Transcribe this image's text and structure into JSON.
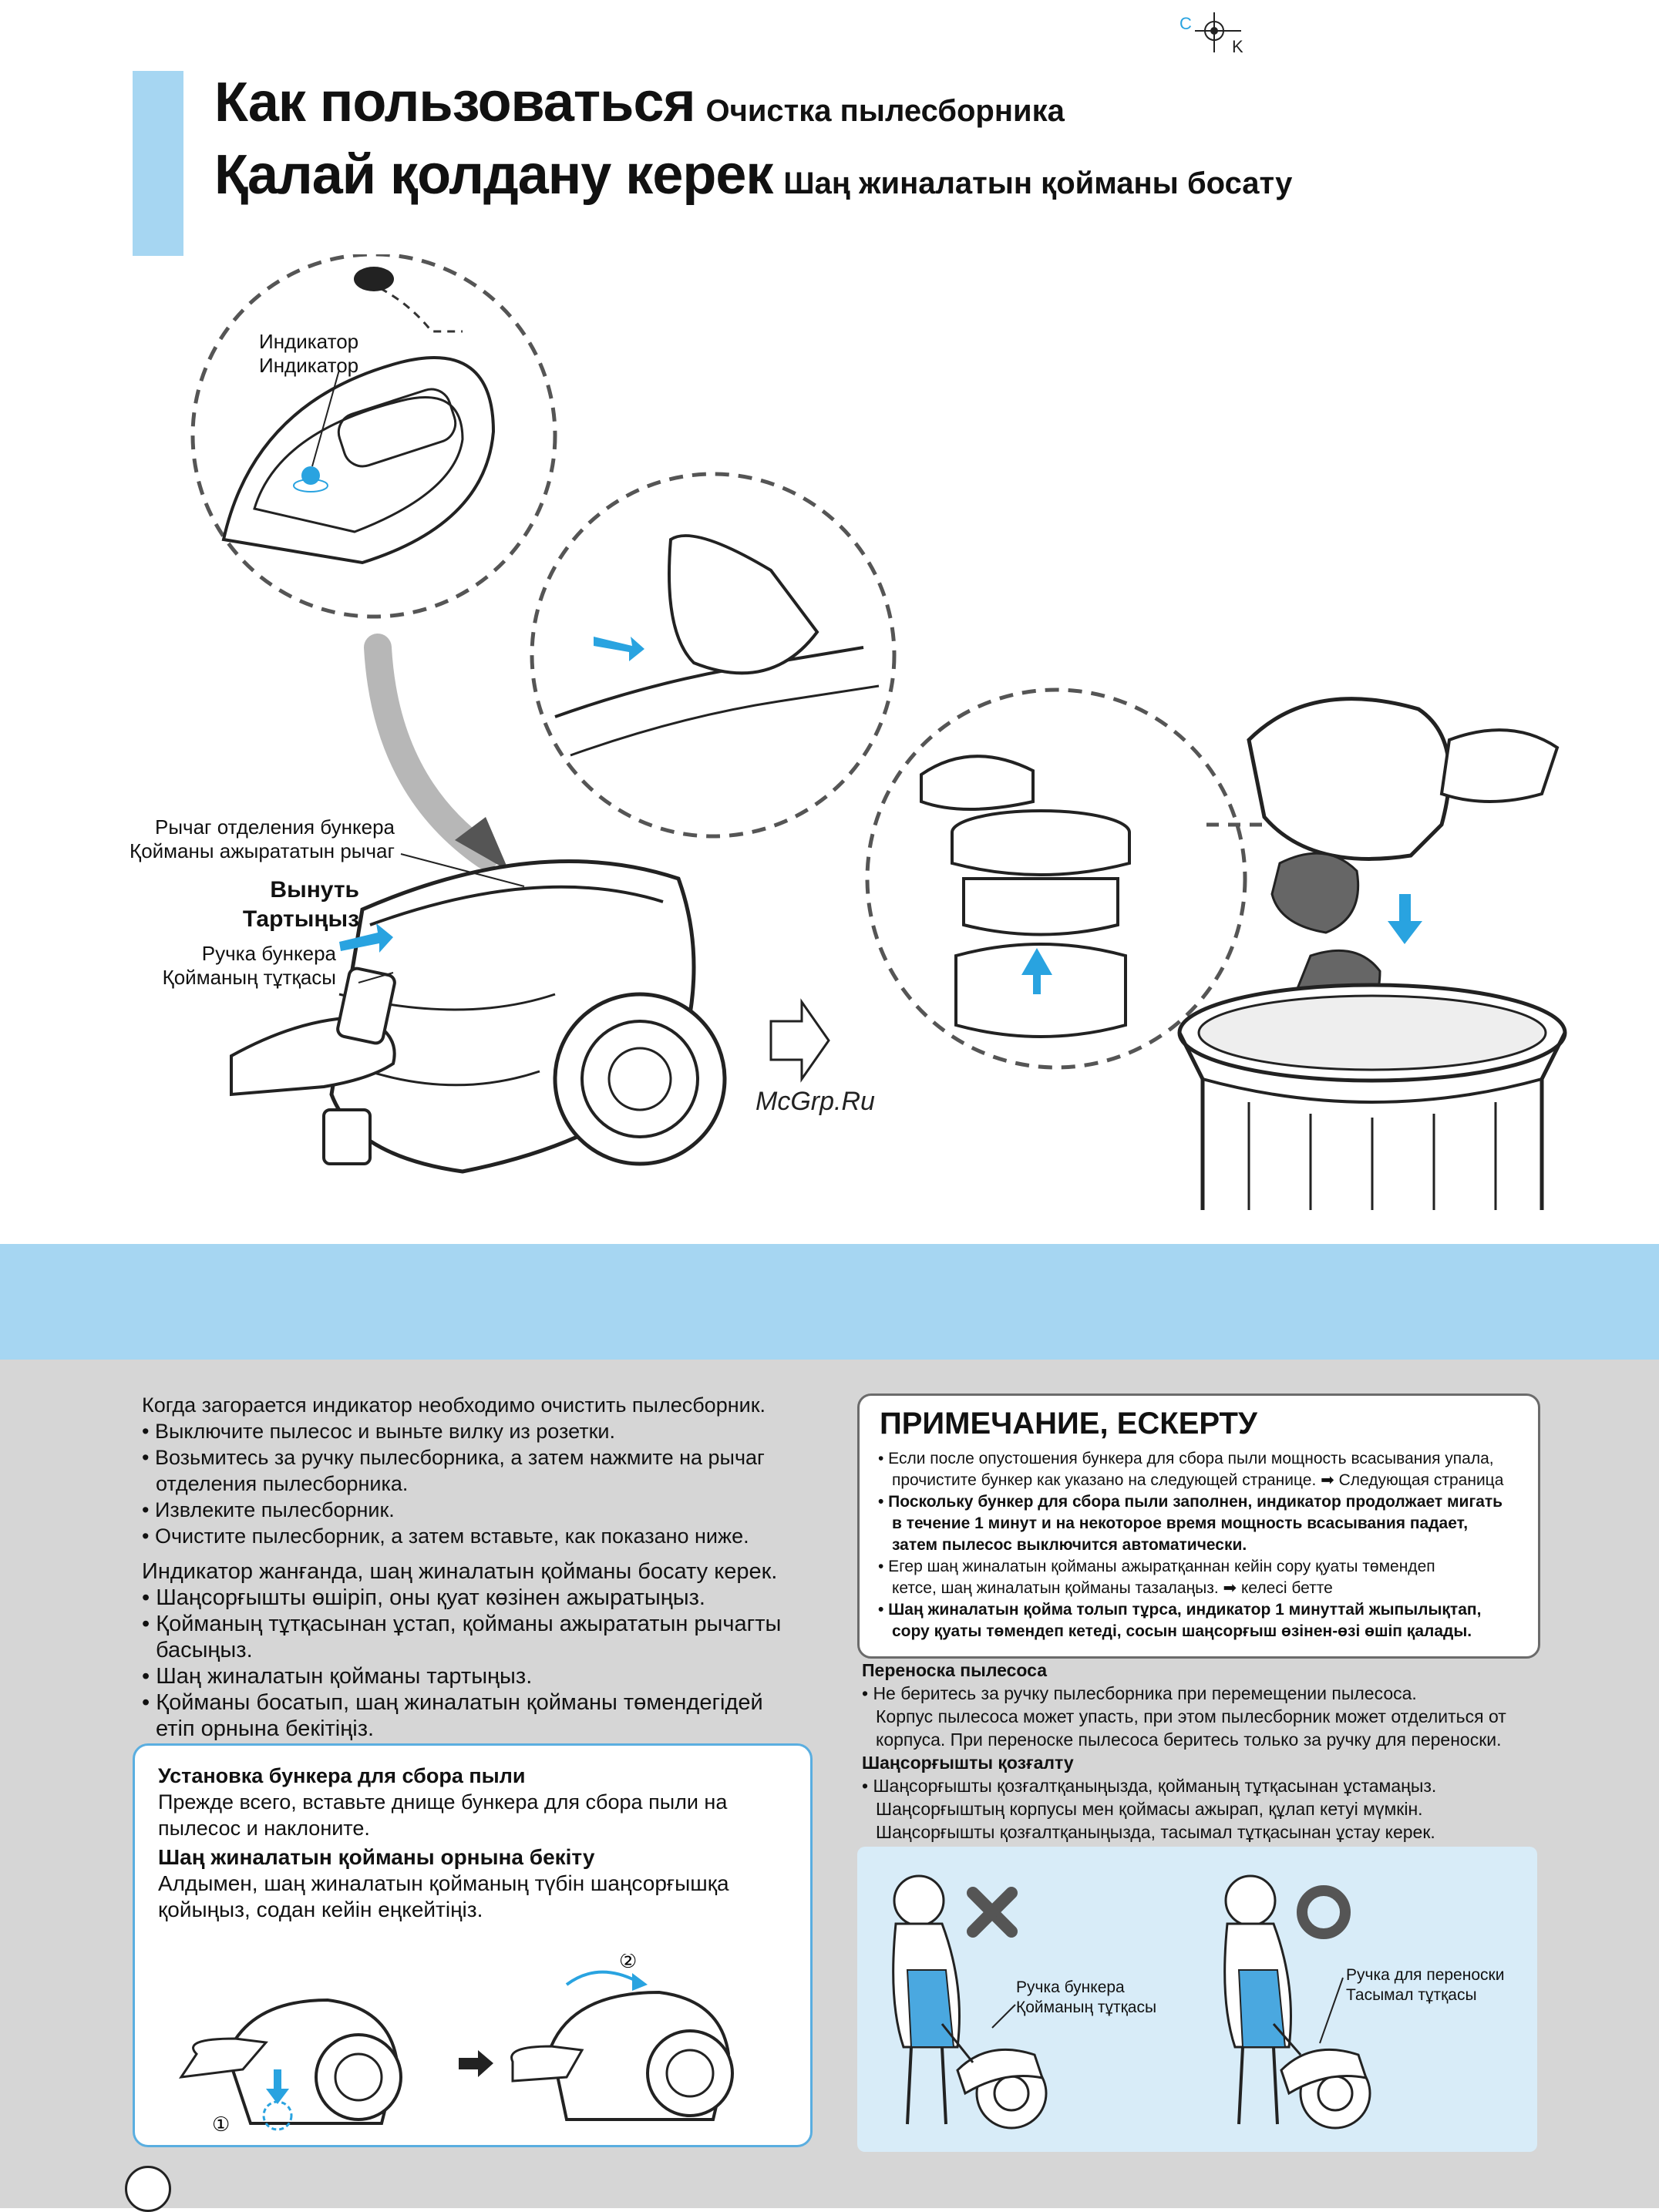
{
  "header": {
    "title_ru": "Как пользоваться",
    "subtitle_ru": "Очистка пылесборника",
    "title_kz": "Қалай қолдану керек",
    "subtitle_kz": "Шаң жиналатын қойманы босату",
    "reg_c": "C",
    "reg_k": "K"
  },
  "illustration": {
    "indicator_ru": "Индикатор",
    "indicator_kz": "Индикатор",
    "lever_ru": "Рычаг отделения бункера",
    "lever_kz": "Қойманы ажырататын рычаг",
    "remove_ru": "Вынуть",
    "remove_kz": "Тартыңыз",
    "handle_ru": "Ручка бункера",
    "handle_kz": "Қойманың тұтқасы",
    "watermark": "McGrp.Ru"
  },
  "instructions_ru": [
    "Когда загорается индикатор необходимо очистить пылесборник.",
    "• Выключите пылесос и выньте вилку из розетки.",
    "• Возьмитесь за ручку пылесборника, а затем нажмите на рычаг",
    "отделения пылесборника.",
    "• Извлеките пылесборник.",
    "• Очистите пылесборник, а затем вставьте, как показано ниже."
  ],
  "instructions_kz": [
    "Индикатор жанғанда, шаң жиналатын қойманы босату керек.",
    "• Шаңсорғышты өшіріп, оны қуат көзінен ажыратыңыз.",
    "• Қойманың тұтқасынан ұстап, қойманы ажырататын рычагты",
    "басыңыз.",
    "• Шаң жиналатын қойманы тартыңыз.",
    "• Қойманы босатып, шаң жиналатын қойманы төмендегідей",
    "етіп орнына бекітіңіз."
  ],
  "install": {
    "heading_ru": "Установка бункера для сбора пыли",
    "text_ru_1": "Прежде всего, вставьте днище бункера для сбора пыли на",
    "text_ru_2": "пылесос и наклоните.",
    "heading_kz": "Шаң жиналатын қойманы орнына бекіту",
    "text_kz_1": "Алдымен, шаң жиналатын қойманың түбін шаңсорғышқа",
    "text_kz_2": "қойыңыз, содан кейін еңкейтіңіз.",
    "step1": "①",
    "step2": "②"
  },
  "note": {
    "title": "ПРИМЕЧАНИЕ, ЕСКЕРТУ",
    "lines": [
      "• Если после опустошения бункера для сбора пыли мощность всасывания упала,",
      "прочистите бункер как указано на следующей странице. ➡ Следующая страница",
      "• Поскольку бункер для сбора пыли заполнен, индикатор продолжает мигать",
      "в течение 1 минут и на некоторое время мощность всасывания падает,",
      "затем пылесос выключится автоматически.",
      "• Егер шаң жиналатын қойманы ажыратқаннан кейін сору қуаты төмендеп",
      "кетсе, шаң жиналатын қойманы тазалаңыз. ➡ келесі бетте",
      "• Шаң жиналатын қойма толып тұрса, индикатор 1 минуттай жыпылықтап,",
      "сору қуаты төмендеп кетеді, сосын шаңсорғыш өзінен-өзі өшіп қалады."
    ]
  },
  "carry": {
    "heading_ru": "Переноска пылесоса",
    "ru_1": "• Не беритесь за ручку пылесборника при перемещении пылесоса.",
    "ru_2": "Корпус пылесоса может упасть, при этом пылесборник может отделиться от",
    "ru_3": "корпуса. При переноске пылесоса беритесь только за ручку для переноски.",
    "heading_kz": "Шаңсорғышты қозғалту",
    "kz_1": "• Шаңсорғышты қозғалтқаныңызда, қойманың тұтқасынан ұстамаңыз.",
    "kz_2": "Шаңсорғыштың корпусы мен қоймасы ажырап, құлап кетуі мүмкін.",
    "kz_3": "Шаңсорғышты қозғалтқаныңызда, тасымал тұтқасынан ұстау керек.",
    "wrong_ru": "Ручка бункера",
    "wrong_kz": "Қойманың тұтқасы",
    "right_ru": "Ручка для переноски",
    "right_kz": "Тасымал тұтқасы"
  },
  "colors": {
    "accent_blue": "#a6d6f2",
    "arrow_blue": "#29a3e0",
    "gray_bg": "#d6d6d6"
  }
}
